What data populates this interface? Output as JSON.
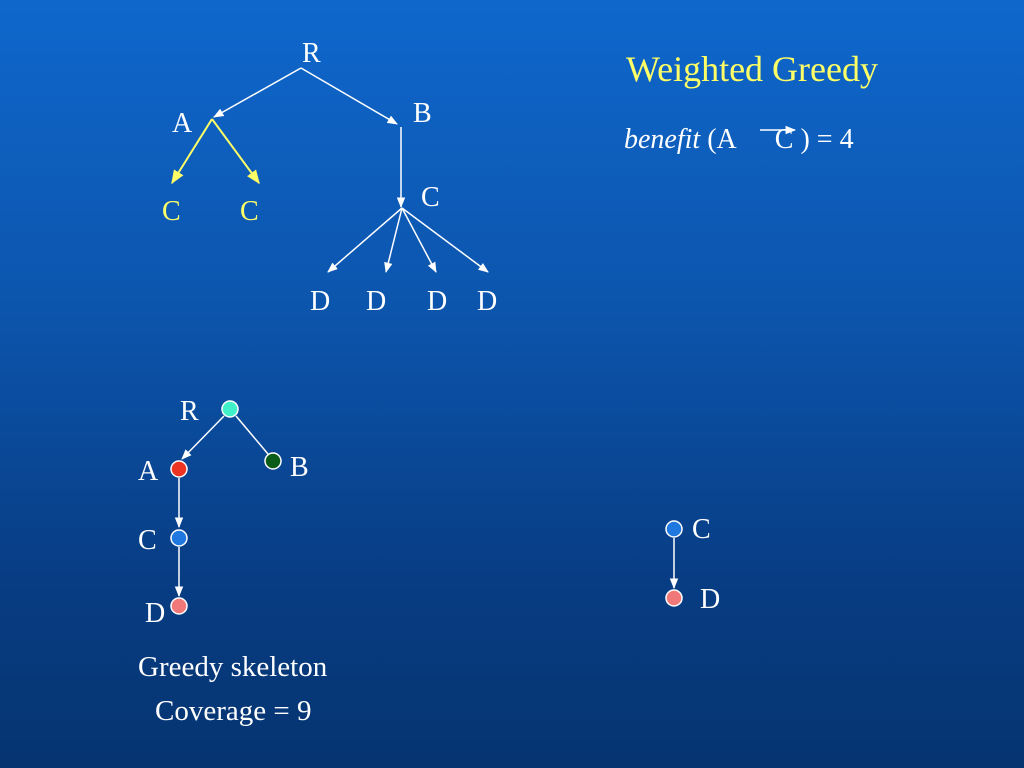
{
  "title": "Weighted Greedy",
  "benefit": {
    "function": "benefit",
    "open": "(",
    "from": "A",
    "to": "C",
    "close": ")",
    "equals": "=",
    "value": "4"
  },
  "top_tree": {
    "labels": {
      "r": "R",
      "a": "A",
      "b": "B",
      "c": "C",
      "ac1": "C",
      "ac2": "C",
      "d1": "D",
      "d2": "D",
      "d3": "D",
      "d4": "D"
    }
  },
  "skeleton": {
    "labels": {
      "r": "R",
      "a": "A",
      "b": "B",
      "c": "C",
      "d": "D"
    },
    "node_colors": {
      "r": "#40f0c8",
      "a": "#ee3322",
      "b": "#0a5c18",
      "c": "#1e78e0",
      "d": "#f07878"
    },
    "caption": "Greedy skeleton",
    "coverage": "Coverage = 9"
  },
  "remainder": {
    "labels": {
      "c": "C",
      "d": "D"
    },
    "node_colors": {
      "c": "#1e78e0",
      "d": "#f07878"
    }
  },
  "colors": {
    "highlight": "#ffff66",
    "edge": "#ffffff"
  }
}
